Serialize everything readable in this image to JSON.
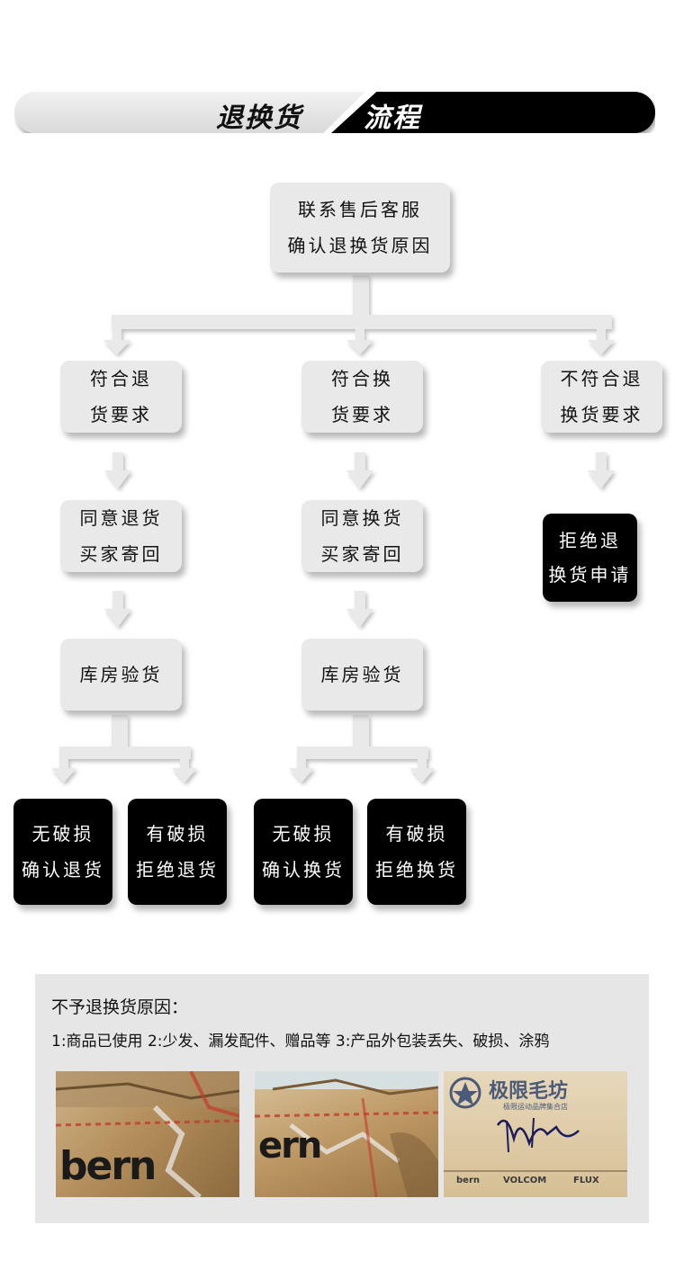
{
  "header": {
    "title_left": "退换货",
    "title_right": "流程"
  },
  "flow": {
    "start": [
      "联系售后客服",
      "确认退换货原因"
    ],
    "branch_return": [
      "符合退",
      "货要求"
    ],
    "branch_exchange": [
      "符合换",
      "货要求"
    ],
    "branch_reject": [
      "不符合退",
      "换货要求"
    ],
    "return_step2": [
      "同意退货",
      "买家寄回"
    ],
    "exchange_step2": [
      "同意换货",
      "买家寄回"
    ],
    "reject_result": [
      "拒绝退",
      "换货申请"
    ],
    "return_inspect": "库房验货",
    "exchange_inspect": "库房验货",
    "return_ok": [
      "无破损",
      "确认退货"
    ],
    "return_bad": [
      "有破损",
      "拒绝退货"
    ],
    "exchange_ok": [
      "无破损",
      "确认换货"
    ],
    "exchange_bad": [
      "有破损",
      "拒绝换货"
    ]
  },
  "notice": {
    "title": "不予退换货原因：",
    "reasons": "1:商品已使用  2:少发、漏发配件、赠品等  3:产品外包装丢失、破损、涂鸦",
    "photos": [
      {
        "brand": "bern"
      },
      {
        "brand": "ern"
      },
      {
        "brand": "极限毛坊",
        "sub": "极限运动品牌集合店",
        "logos": [
          "bern",
          "VOLCOM",
          "FLUX"
        ]
      }
    ]
  }
}
